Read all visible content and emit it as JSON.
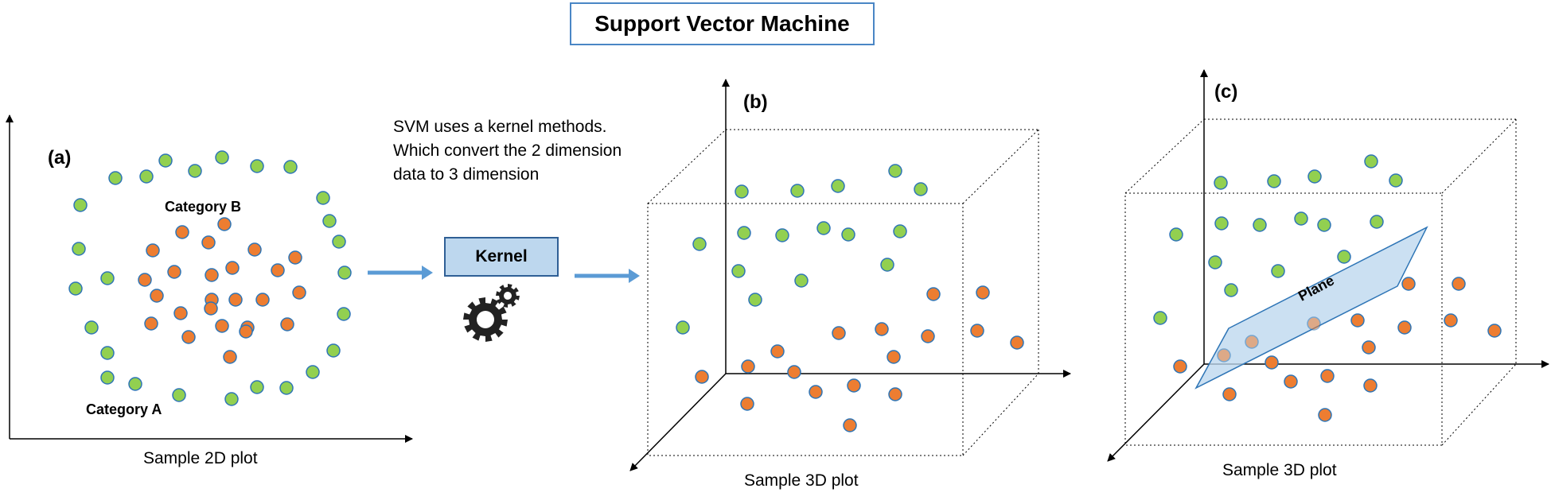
{
  "title": "Support Vector Machine",
  "description": "SVM uses a kernel methods. Which convert the 2 dimension data to 3 dimension",
  "kernel_label": "Kernel",
  "panels": [
    {
      "id": "a",
      "label": "(a)",
      "caption": "Sample 2D plot",
      "category_a": "Category A",
      "category_b": "Category B"
    },
    {
      "id": "b",
      "label": "(b)",
      "caption": "Sample 3D plot"
    },
    {
      "id": "c",
      "label": "(c)",
      "caption": "Sample 3D plot",
      "plane_label": "Plane"
    }
  ],
  "icons": {
    "gears": "gears-icon",
    "arrows": "arrow-right-icon"
  },
  "colors": {
    "category_a": "#92d050",
    "category_b": "#ed7d31",
    "marker_edge": "#2e75b6",
    "arrow": "#5b9bd5",
    "plane_fill": "#bdd7ee",
    "category_a_text": "#548235",
    "category_b_text": "#ed7d31"
  }
}
